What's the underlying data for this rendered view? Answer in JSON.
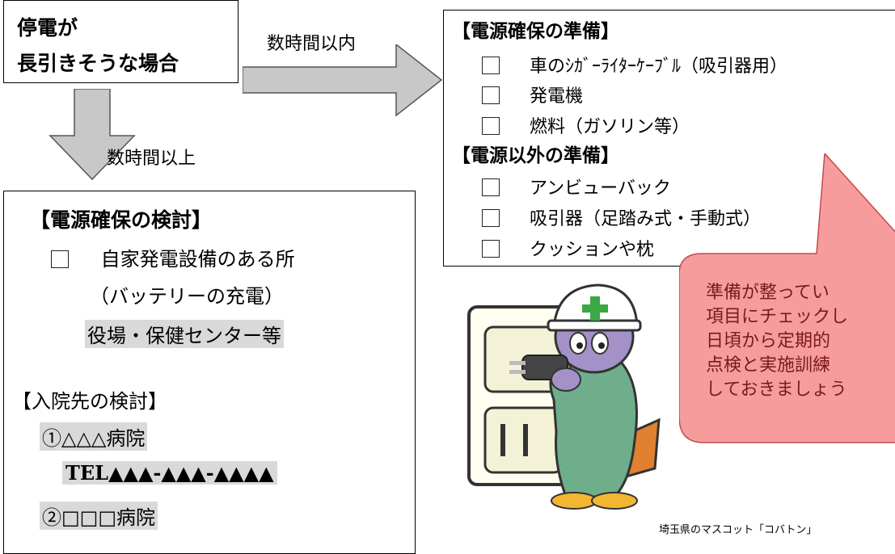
{
  "outage_box": {
    "line1": "停電が",
    "line2": "長引きそうな場合"
  },
  "arrow_right": {
    "label": "数時間以内"
  },
  "arrow_down": {
    "label": "数時間以上"
  },
  "power_prep": {
    "heading": "【電源確保の準備】",
    "items": [
      "車のｼｶﾞｰﾗｲﾀｰｹｰﾌﾞﾙ（吸引器用）",
      "発電機",
      "燃料（ガソリン等）"
    ]
  },
  "other_prep": {
    "heading": "【電源以外の準備】",
    "items": [
      "アンビューバック",
      "吸引器（足踏み式・手動式）",
      "クッションや枕"
    ]
  },
  "power_review": {
    "heading": "【電源確保の検討】",
    "item": "自家発電設備のある所",
    "sub": "（バッテリーの充電）",
    "place": "役場・保健センター等"
  },
  "hospital": {
    "heading": "【入院先の検討】",
    "h1": "①△△△病院",
    "tel": "TEL▲▲▲-▲▲▲-▲▲▲▲",
    "h2": "②□□□病院"
  },
  "callout": {
    "lines": [
      "準備が整ってい",
      "項目にチェックし",
      "日頃から定期的",
      "点検と実施訓練",
      "しておきましょう"
    ]
  },
  "mascot": {
    "caption": "埼玉県のマスコット「コバトン」"
  },
  "colors": {
    "callout_fill": "#f79c9c",
    "callout_text": "#7a1a1a",
    "highlight": "#d9d9d9",
    "arrow_fill": "#c8c8c8"
  }
}
